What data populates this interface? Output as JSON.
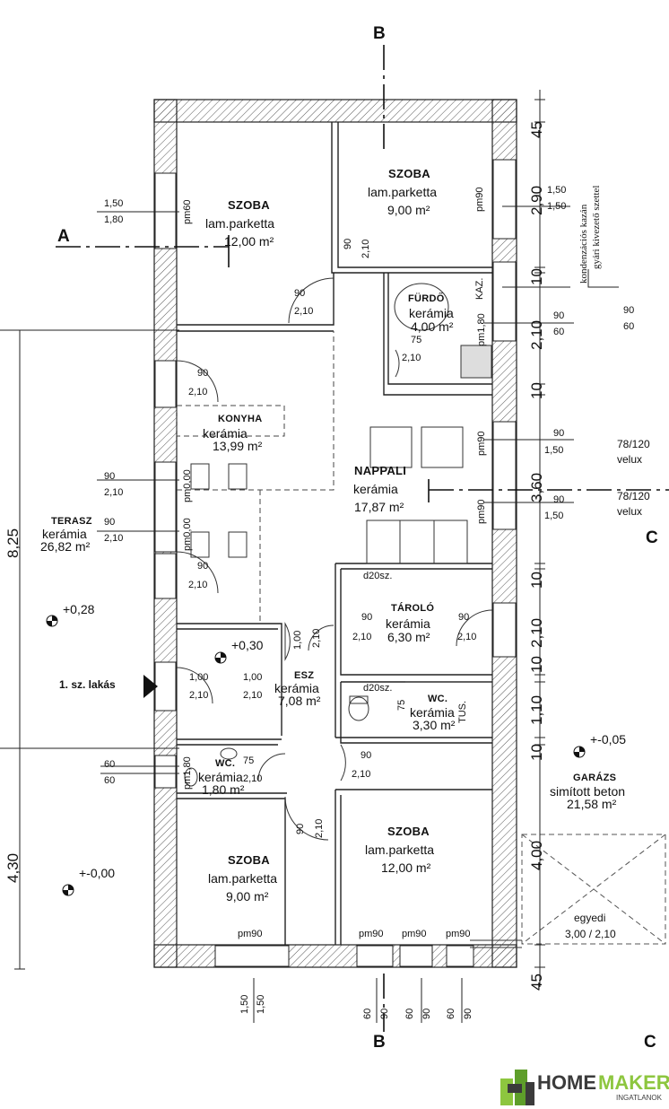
{
  "section_marks": {
    "a": "A",
    "b_top": "B",
    "b_bottom": "B",
    "c_right": "C",
    "c_bottom": "C"
  },
  "rooms": {
    "szoba_nw": {
      "name": "SZOBA",
      "material": "lam.parketta",
      "area": "12,00 m²"
    },
    "szoba_ne": {
      "name": "SZOBA",
      "material": "lam.parketta",
      "area": "9,00 m²"
    },
    "furdo": {
      "name": "FÜRDŐ",
      "material": "kerámia",
      "area": "4,00 m²"
    },
    "kaz": "KAZ.",
    "konyha": {
      "name": "KONYHA",
      "material": "kerámia",
      "area": "13,99 m²"
    },
    "nappali": {
      "name": "NAPPALI",
      "material": "kerámia",
      "area": "17,87 m²"
    },
    "terasz": {
      "name": "TERASZ",
      "material": "kerámia",
      "area": "26,82 m²"
    },
    "tarolo": {
      "name": "TÁROLÓ",
      "material": "kerámia",
      "area": "6,30 m²"
    },
    "esz": {
      "name": "ESZ",
      "material": "kerámia",
      "area": "7,08 m²"
    },
    "wc_mid": {
      "name": "WC.",
      "material": "kerámia",
      "area": "3,30 m²"
    },
    "tus": "TUS.",
    "wc_sw": {
      "name": "WC.",
      "material": "kerámia",
      "area": "1,80 m²"
    },
    "szoba_sw": {
      "name": "SZOBA",
      "material": "lam.parketta",
      "area": "9,00 m²"
    },
    "szoba_se": {
      "name": "SZOBA",
      "material": "lam.parketta",
      "area": "12,00 m²"
    },
    "garazs": {
      "name": "GARÁZS",
      "material": "simított beton",
      "area": "21,58 m²"
    }
  },
  "levels": {
    "terasz": "+0,28",
    "esz": "+0,30",
    "garazs": "+-0,05",
    "ground": "+-0,00"
  },
  "entrance": "1. sz. lakás",
  "notes": {
    "kazan_1": "kondenzációs kazán",
    "kazan_2": "gyári kivezető szettel",
    "velux_1": "78/120",
    "velux_1b": "velux",
    "velux_2": "78/120",
    "velux_2b": "velux",
    "egyedi": "egyedi",
    "egyedi_size": "3,00 / 2,10"
  },
  "dims_right": [
    "45",
    "2,90",
    "10",
    "2,10",
    "10",
    "3,60",
    "10",
    "2,10",
    "10",
    "1,10",
    "10",
    "4,00",
    "45"
  ],
  "dims_left": [
    "8,25",
    "4,30"
  ],
  "door_labels": {
    "d90": "90",
    "d210": "2,10",
    "d75": "75",
    "d100": "1,00",
    "d110": "1,10",
    "d150": "1,50",
    "d180": "1,80",
    "d60": "60",
    "pm60": "pm60",
    "pm90": "pm90",
    "pm180": "pm1,80",
    "pm000": "pm0,00",
    "d20sz": "d20sz."
  },
  "logo": {
    "brand_a": "HOME",
    "brand_b": "MAKER",
    "sub": "INGATLANOK",
    "accent": "#8dc63f",
    "dark": "#3b3b3b"
  }
}
